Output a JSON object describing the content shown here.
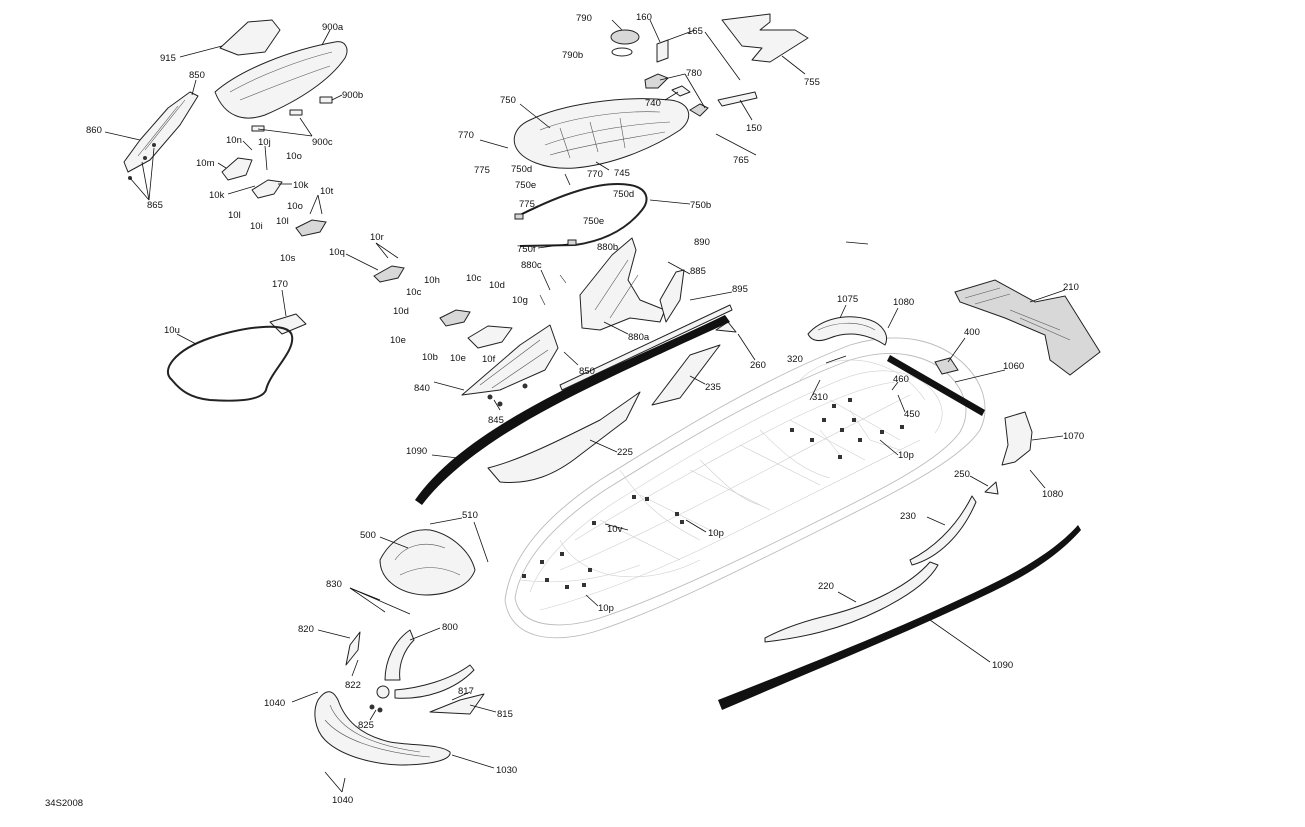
{
  "diagram_code": "34S2008",
  "callouts": [
    {
      "id": "c915",
      "text": "915"
    },
    {
      "id": "c900a",
      "text": "900a"
    },
    {
      "id": "c850a",
      "text": "850"
    },
    {
      "id": "c900b",
      "text": "900b"
    },
    {
      "id": "c860",
      "text": "860"
    },
    {
      "id": "c900c",
      "text": "900c"
    },
    {
      "id": "c10n",
      "text": "10n"
    },
    {
      "id": "c10j",
      "text": "10j"
    },
    {
      "id": "c10o1",
      "text": "10o"
    },
    {
      "id": "c10m",
      "text": "10m"
    },
    {
      "id": "c10k1",
      "text": "10k"
    },
    {
      "id": "c10k2",
      "text": "10k"
    },
    {
      "id": "c10o2",
      "text": "10o"
    },
    {
      "id": "c10l1",
      "text": "10l"
    },
    {
      "id": "c10i",
      "text": "10i"
    },
    {
      "id": "c10l2",
      "text": "10l"
    },
    {
      "id": "c10t",
      "text": "10t"
    },
    {
      "id": "c865",
      "text": "865"
    },
    {
      "id": "c10s",
      "text": "10s"
    },
    {
      "id": "c10r",
      "text": "10r"
    },
    {
      "id": "c10q",
      "text": "10q"
    },
    {
      "id": "c170",
      "text": "170"
    },
    {
      "id": "c10u",
      "text": "10u"
    },
    {
      "id": "c10h",
      "text": "10h"
    },
    {
      "id": "c10c1",
      "text": "10c"
    },
    {
      "id": "c10c2",
      "text": "10c"
    },
    {
      "id": "c10d1",
      "text": "10d"
    },
    {
      "id": "c10d2",
      "text": "10d"
    },
    {
      "id": "c10g",
      "text": "10g"
    },
    {
      "id": "c10e1",
      "text": "10e"
    },
    {
      "id": "c10b",
      "text": "10b"
    },
    {
      "id": "c10e2",
      "text": "10e"
    },
    {
      "id": "c10f",
      "text": "10f"
    },
    {
      "id": "c840",
      "text": "840"
    },
    {
      "id": "c845",
      "text": "845"
    },
    {
      "id": "c850b",
      "text": "850"
    },
    {
      "id": "c790",
      "text": "790"
    },
    {
      "id": "c160",
      "text": "160"
    },
    {
      "id": "c165",
      "text": "165"
    },
    {
      "id": "c790b",
      "text": "790b"
    },
    {
      "id": "c755",
      "text": "755"
    },
    {
      "id": "c780",
      "text": "780"
    },
    {
      "id": "c750",
      "text": "750"
    },
    {
      "id": "c740",
      "text": "740"
    },
    {
      "id": "c150",
      "text": "150"
    },
    {
      "id": "c770a",
      "text": "770"
    },
    {
      "id": "c775a",
      "text": "775"
    },
    {
      "id": "c765",
      "text": "765"
    },
    {
      "id": "c750d1",
      "text": "750d"
    },
    {
      "id": "c770b",
      "text": "770"
    },
    {
      "id": "c745",
      "text": "745"
    },
    {
      "id": "c750e1",
      "text": "750e"
    },
    {
      "id": "c750d2",
      "text": "750d"
    },
    {
      "id": "c775b",
      "text": "775"
    },
    {
      "id": "c750b",
      "text": "750b"
    },
    {
      "id": "c750e2",
      "text": "750e"
    },
    {
      "id": "c750f",
      "text": "750f"
    },
    {
      "id": "c880b",
      "text": "880b"
    },
    {
      "id": "c890",
      "text": "890"
    },
    {
      "id": "c880c",
      "text": "880c"
    },
    {
      "id": "c885",
      "text": "885"
    },
    {
      "id": "c895",
      "text": "895"
    },
    {
      "id": "c880a",
      "text": "880a"
    },
    {
      "id": "c260",
      "text": "260"
    },
    {
      "id": "c235",
      "text": "235"
    },
    {
      "id": "c1075",
      "text": "1075"
    },
    {
      "id": "c1080a",
      "text": "1080"
    },
    {
      "id": "c210",
      "text": "210"
    },
    {
      "id": "c400",
      "text": "400"
    },
    {
      "id": "c320",
      "text": "320"
    },
    {
      "id": "c1060",
      "text": "1060"
    },
    {
      "id": "c460",
      "text": "460"
    },
    {
      "id": "c310",
      "text": "310"
    },
    {
      "id": "c450",
      "text": "450"
    },
    {
      "id": "c1070",
      "text": "1070"
    },
    {
      "id": "c10p1",
      "text": "10p"
    },
    {
      "id": "c1080b",
      "text": "1080"
    },
    {
      "id": "c1090a",
      "text": "1090"
    },
    {
      "id": "c225",
      "text": "225"
    },
    {
      "id": "c250",
      "text": "250"
    },
    {
      "id": "c510",
      "text": "510"
    },
    {
      "id": "c500",
      "text": "500"
    },
    {
      "id": "c10v",
      "text": "10v"
    },
    {
      "id": "c10p2",
      "text": "10p"
    },
    {
      "id": "c230",
      "text": "230"
    },
    {
      "id": "c830",
      "text": "830"
    },
    {
      "id": "c220",
      "text": "220"
    },
    {
      "id": "c10p3",
      "text": "10p"
    },
    {
      "id": "c820",
      "text": "820"
    },
    {
      "id": "c800",
      "text": "800"
    },
    {
      "id": "c1090b",
      "text": "1090"
    },
    {
      "id": "c822",
      "text": "822"
    },
    {
      "id": "c1040a",
      "text": "1040"
    },
    {
      "id": "c817",
      "text": "817"
    },
    {
      "id": "c815",
      "text": "815"
    },
    {
      "id": "c825",
      "text": "825"
    },
    {
      "id": "c1030",
      "text": "1030"
    },
    {
      "id": "c1040b",
      "text": "1040"
    }
  ]
}
